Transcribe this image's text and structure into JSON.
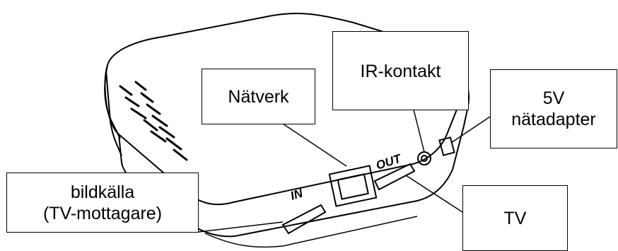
{
  "labels": {
    "natverk": "Nätverk",
    "ir_kontakt": "IR-kontakt",
    "adapter_line1": "5V",
    "adapter_line2": "nätadapter",
    "bildkalla_line1": "bildkälla",
    "bildkalla_line2": "(TV-mottagare)",
    "tv": "TV"
  },
  "port_markings": {
    "in": "IN",
    "out": "OUT"
  }
}
